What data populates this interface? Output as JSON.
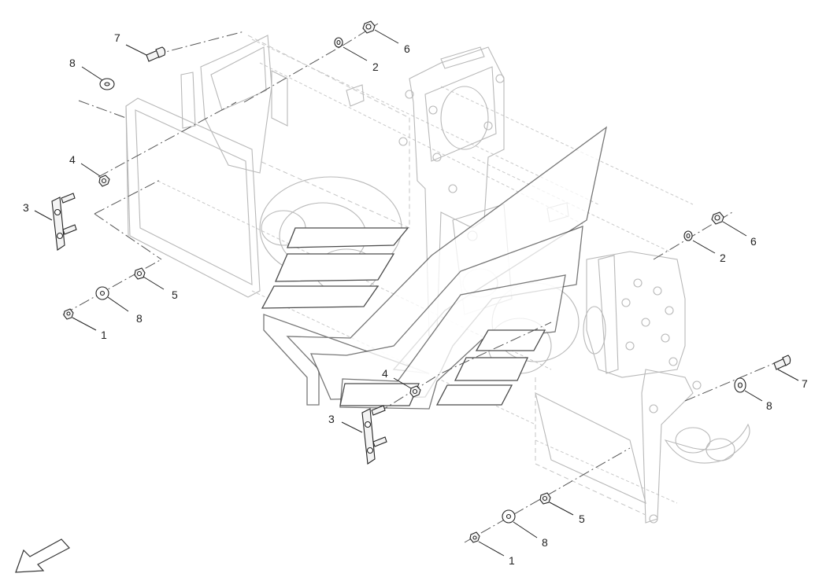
{
  "callouts": [
    {
      "id": "c7a",
      "text": "7"
    },
    {
      "id": "c8a",
      "text": "8"
    },
    {
      "id": "c2a",
      "text": "2"
    },
    {
      "id": "c6a",
      "text": "6"
    },
    {
      "id": "c4a",
      "text": "4"
    },
    {
      "id": "c3a",
      "text": "3"
    },
    {
      "id": "c5a",
      "text": "5"
    },
    {
      "id": "c8b",
      "text": "8"
    },
    {
      "id": "c1a",
      "text": "1"
    },
    {
      "id": "c6b",
      "text": "6"
    },
    {
      "id": "c2b",
      "text": "2"
    },
    {
      "id": "c4b",
      "text": "4"
    },
    {
      "id": "c3b",
      "text": "3"
    },
    {
      "id": "c7b",
      "text": "7"
    },
    {
      "id": "c8c",
      "text": "8"
    },
    {
      "id": "c5b",
      "text": "5"
    },
    {
      "id": "c8d",
      "text": "8"
    },
    {
      "id": "c1b",
      "text": "1"
    }
  ],
  "icons": {
    "direction_arrow": "front-direction-arrow-icon",
    "watermark": "watermark-logo-icon"
  }
}
